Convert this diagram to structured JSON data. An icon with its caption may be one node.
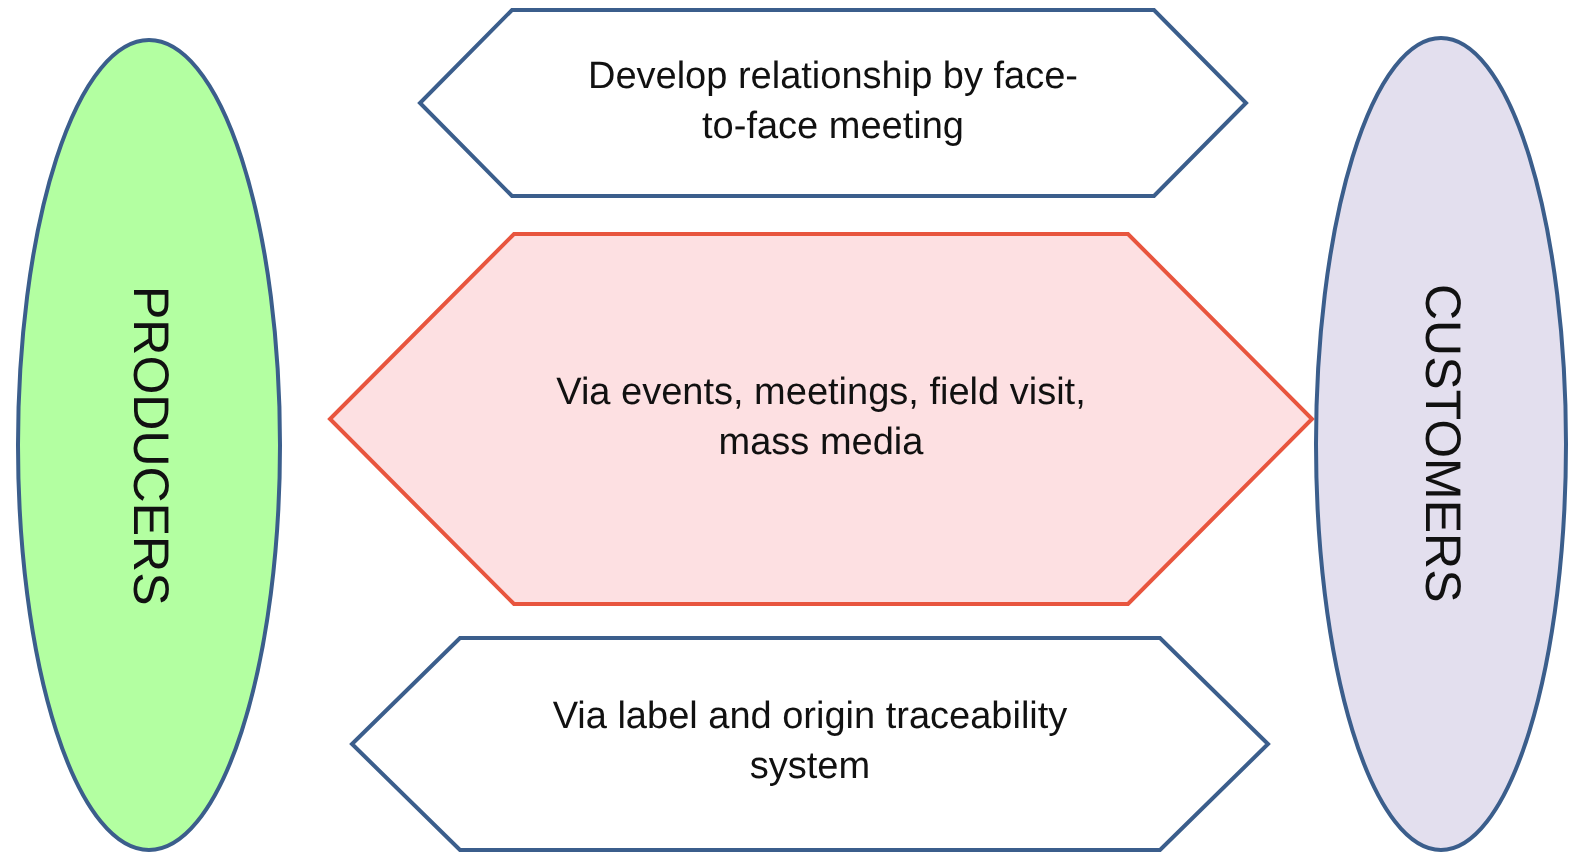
{
  "diagram": {
    "nodes": [
      {
        "text": [
          "PRODUCERS"
        ]
      },
      {
        "text": [
          "Develop relationship by face-to-face meeting"
        ]
      },
      {
        "text": [
          "Via events, meetings, field visit, mass media"
        ]
      },
      {
        "text": [
          "Via label and origin traceability system"
        ]
      },
      {
        "text": [
          "CUSTOMERS"
        ]
      }
    ]
  }
}
